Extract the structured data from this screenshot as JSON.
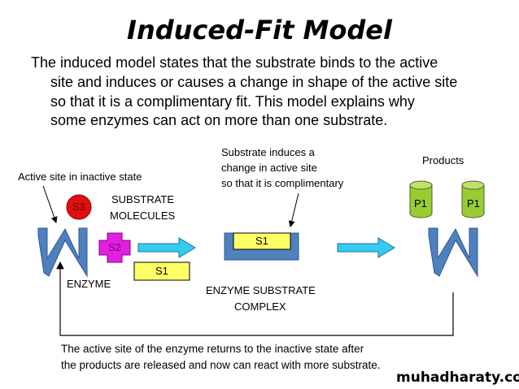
{
  "title": "Induced-Fit Model",
  "paragraph": [
    "The induced model states that the substrate binds to the active",
    "site and induces or causes a change in shape of the active site",
    "so that it is a complimentary fit.  This model explains why",
    "some enzymes can act on more than one substrate."
  ],
  "labels": {
    "active_site": "Active site in inactive state",
    "substrate_molecules": [
      "SUBSTRATE",
      "MOLECULES"
    ],
    "enzyme": "ENZYME",
    "induces": [
      "Substrate induces a",
      "change in active site",
      "so that it is complimentary"
    ],
    "complex": [
      "ENZYME SUBSTRATE",
      "COMPLEX"
    ],
    "products": "Products"
  },
  "molecules": {
    "s3": "S3",
    "s2": "S2",
    "s1": "S1",
    "s1_bound": "S1",
    "p1a": "P1",
    "p1b": "P1"
  },
  "bottom_text": [
    "The active site of the enzyme returns to the inactive state after",
    "the products are released and now can react with more substrate."
  ],
  "watermark": "muhadharaty.com",
  "colors": {
    "enzyme": "#4f81bd",
    "substrate_yellow": "#ffff66",
    "s2": "#e020e0",
    "s3": "#e01010",
    "product": "#99cc33",
    "arrow": "#33ccee"
  }
}
